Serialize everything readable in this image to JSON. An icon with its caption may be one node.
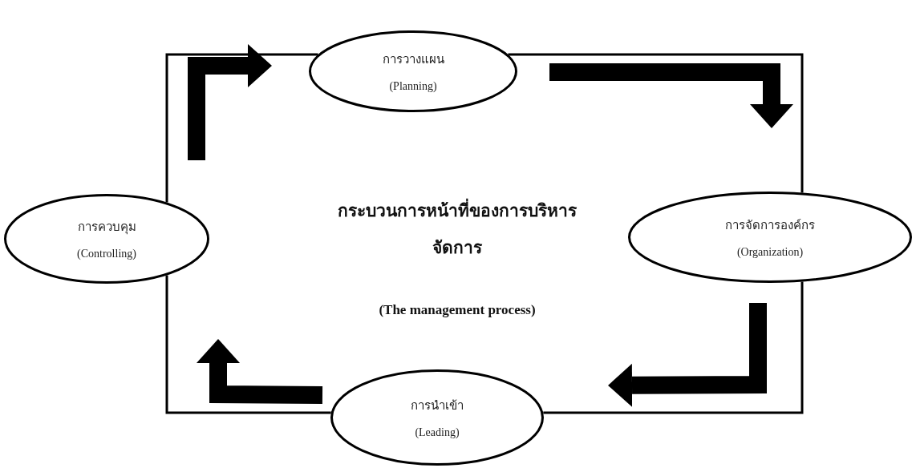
{
  "diagram": {
    "nodes": [
      {
        "text": [
          "การวางแผน",
          "(Planning)"
        ]
      },
      {
        "text": [
          "การควบคุม",
          "(Controlling)"
        ]
      },
      {
        "text": [
          "การจัดการองค์กร",
          "(Organization)"
        ]
      },
      {
        "text": [
          "การนำเข้า",
          "(Leading)"
        ]
      }
    ],
    "edges": [
      {
        "from": 0,
        "to": 2,
        "arrow": "none"
      },
      {
        "from": 2,
        "to": 3,
        "arrow": "none"
      },
      {
        "from": 3,
        "to": 1,
        "arrow": "none"
      },
      {
        "from": 1,
        "to": 0,
        "arrow": "none"
      },
      {
        "from": 0,
        "to": 2,
        "arrow": "to",
        "style": "thick"
      },
      {
        "from": 2,
        "to": 3,
        "arrow": "to",
        "style": "thick"
      },
      {
        "from": 3,
        "to": 1,
        "arrow": "to",
        "style": "thick"
      },
      {
        "from": 1,
        "to": 0,
        "arrow": "to",
        "style": "thick"
      }
    ],
    "labels": [
      "กระบวนการหน้าที่ของการบริหารจัดการ",
      "(The management process)"
    ]
  }
}
